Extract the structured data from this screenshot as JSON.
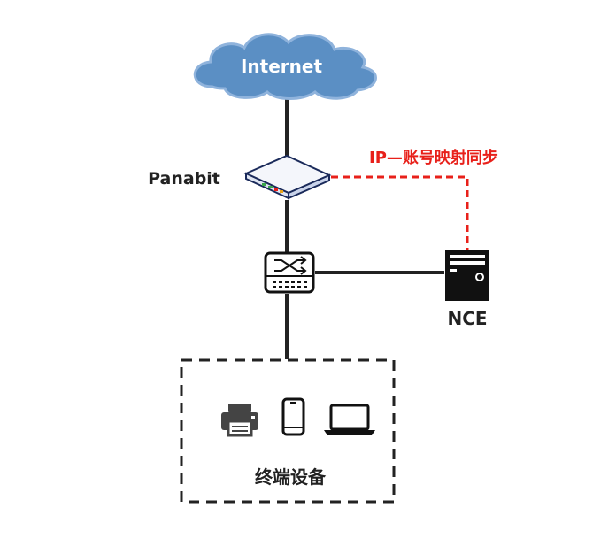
{
  "nodes": {
    "internet": {
      "label": "Internet",
      "icon": "cloud-icon"
    },
    "panabit": {
      "label": "Panabit",
      "icon": "router-icon"
    },
    "switch": {
      "icon": "switch-icon"
    },
    "nce": {
      "label": "NCE",
      "icon": "server-icon"
    },
    "terminals": {
      "label": "终端设备",
      "icons": [
        "printer-icon",
        "phone-icon",
        "laptop-icon"
      ]
    }
  },
  "links": {
    "sync_label": "IP—账号映射同步",
    "sync_color": "#e8201a"
  },
  "colors": {
    "cloud_fill": "#5b8fc4",
    "cloud_stroke": "#8fb3dc",
    "line": "#222222"
  }
}
